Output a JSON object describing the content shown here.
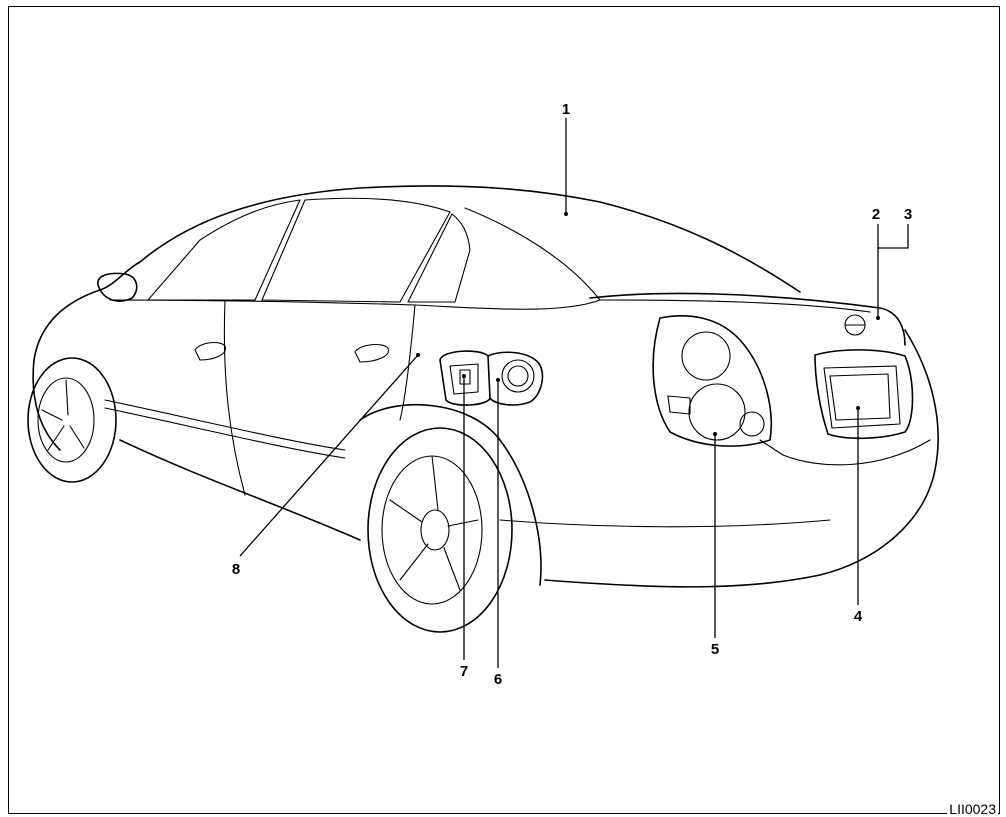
{
  "figure": {
    "code": "LII0023",
    "callouts": [
      {
        "id": "callout-1",
        "text": "1"
      },
      {
        "id": "callout-2",
        "text": "2"
      },
      {
        "id": "callout-3",
        "text": "3"
      },
      {
        "id": "callout-4",
        "text": "4"
      },
      {
        "id": "callout-5",
        "text": "5"
      },
      {
        "id": "callout-6",
        "text": "6"
      },
      {
        "id": "callout-7",
        "text": "7"
      },
      {
        "id": "callout-8",
        "text": "8"
      }
    ]
  }
}
